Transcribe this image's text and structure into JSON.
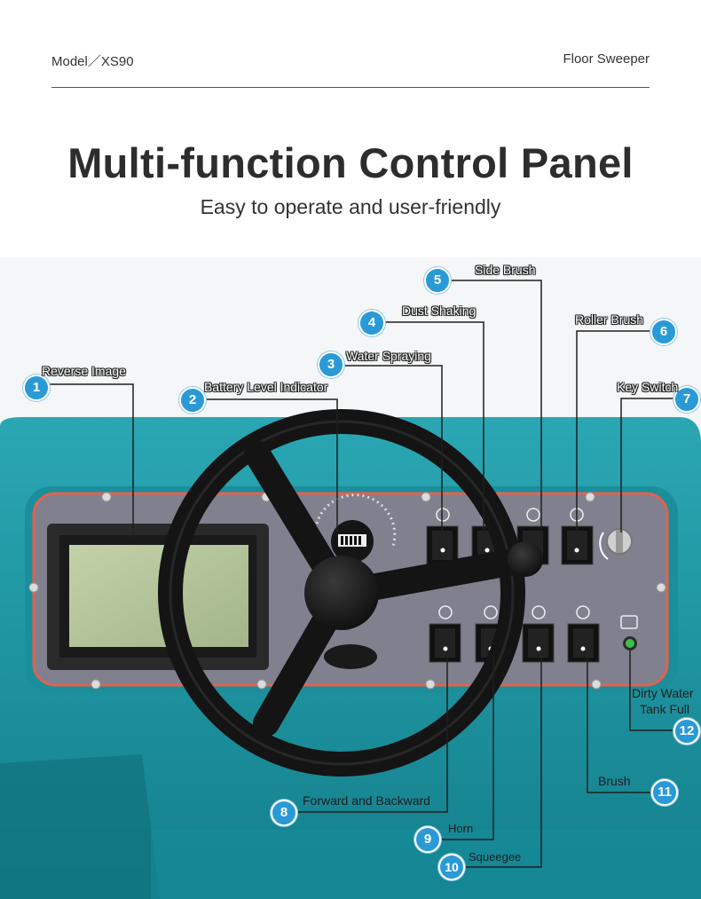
{
  "header": {
    "model": "Model／XS90",
    "category": "Floor Sweeper"
  },
  "title": "Multi-function Control Panel",
  "subtitle": "Easy to operate and user-friendly",
  "colors": {
    "callout_blue": "#2a9ad6",
    "body_teal": "#1f97a4",
    "panel_grey": "#7d7d8e",
    "panel_border": "#e2624f",
    "lcd_green": "#b4c49c",
    "wheel_black": "#1a1a1a"
  },
  "callouts": [
    {
      "num": "1",
      "label": "Reverse Image"
    },
    {
      "num": "2",
      "label": "Battery Level Indicator"
    },
    {
      "num": "3",
      "label": "Water Spraying"
    },
    {
      "num": "4",
      "label": "Dust Shaking"
    },
    {
      "num": "5",
      "label": "Side Brush"
    },
    {
      "num": "6",
      "label": "Roller Brush"
    },
    {
      "num": "7",
      "label": "Key Switch"
    },
    {
      "num": "8",
      "label": "Forward and Backward"
    },
    {
      "num": "9",
      "label": "Horn"
    },
    {
      "num": "10",
      "label": "Squeegee"
    },
    {
      "num": "11",
      "label": "Brush"
    },
    {
      "num": "12",
      "label_line1": "Dirty Water",
      "label_line2": "Tank Full"
    }
  ]
}
